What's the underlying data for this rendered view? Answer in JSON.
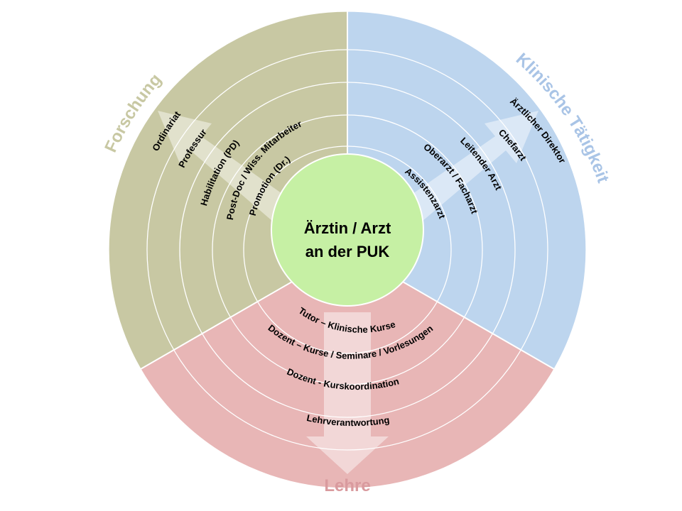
{
  "center": {
    "line1": "Ärztin / Arzt",
    "line2": "an der PUK"
  },
  "sections": {
    "forschung": {
      "title": "Forschung",
      "fill": "#c8c8a3",
      "title_color": "#c8c8a3",
      "levels": [
        "Promotion  (Dr.)",
        "Post-Doc / Wiss. Mitarbeiter",
        "Habilitation  (PD)",
        "Professur",
        "Ordinariat"
      ]
    },
    "klinik": {
      "title": "Klinische Tätigkeit",
      "fill": "#bdd5ee",
      "title_color": "#a9c4e6",
      "levels": [
        "Assistenzarzt",
        "Oberarzt / Facharzt",
        "Leitender  Arzt",
        "Chefarzt",
        "Ärztlicher  Direktor"
      ]
    },
    "lehre": {
      "title": "Lehre",
      "fill": "#e8b6b6",
      "title_color": "#d99a9e",
      "levels": [
        "Tutor  – Klinische  Kurse",
        "Dozent  – Kurse  / Seminare  / Vorlesungen",
        "Dozent  - Kurskoordination",
        "Lehrverantwortung"
      ]
    }
  },
  "center_fill": "#c6f0a4"
}
